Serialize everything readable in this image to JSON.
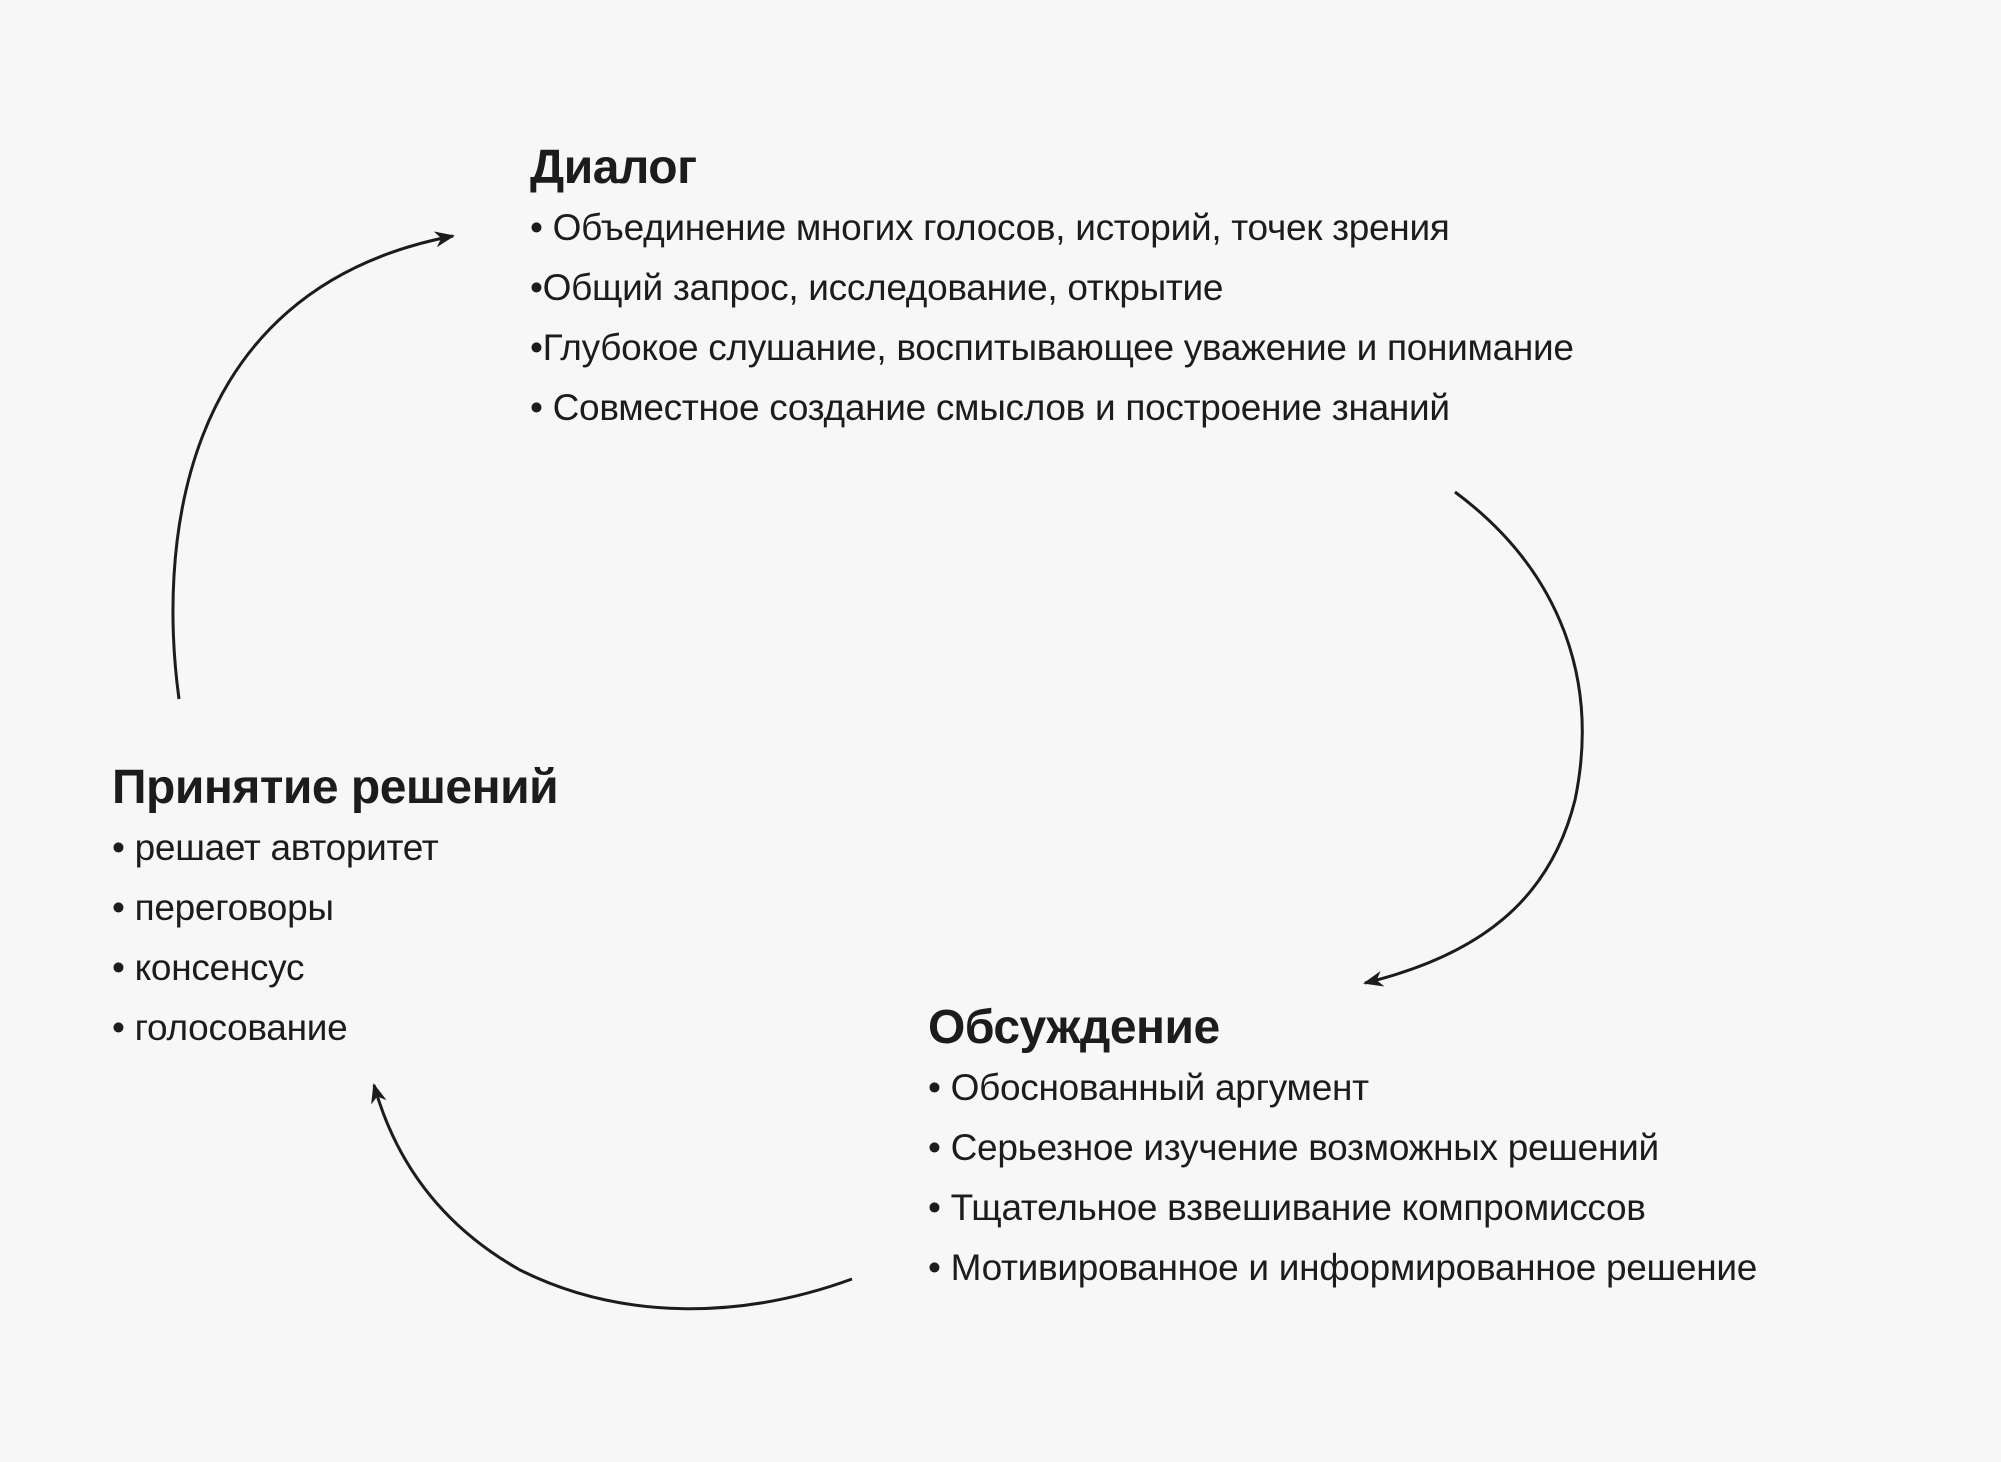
{
  "colors": {
    "background": "#f7f7f7",
    "text": "#1c1c1c",
    "arrow": "#1c1c1c"
  },
  "dialog": {
    "title": "Диалог",
    "items": [
      "• Объединение многих голосов, историй, точек зрения",
      "•Общий запрос, исследование, открытие",
      "•Глубокое слушание, воспитывающее уважение и понимание",
      "• Совместное создание смыслов и построение знаний"
    ]
  },
  "discussion": {
    "title": "Обсуждение",
    "items": [
      "• Обоснованный аргумент",
      "• Серьезное изучение возможных решений",
      "• Тщательное взвешивание компромиссов",
      "• Мотивированное и информированное решение"
    ]
  },
  "decision": {
    "title": "Принятие решений",
    "items": [
      "• решает авторитет",
      "• переговоры",
      "• консенсус",
      "• голосование"
    ]
  },
  "arrows": [
    {
      "from": "decision",
      "to": "dialog",
      "icon": "arrow-curved"
    },
    {
      "from": "dialog",
      "to": "discussion",
      "icon": "arrow-curved"
    },
    {
      "from": "discussion",
      "to": "decision",
      "icon": "arrow-curved"
    }
  ]
}
